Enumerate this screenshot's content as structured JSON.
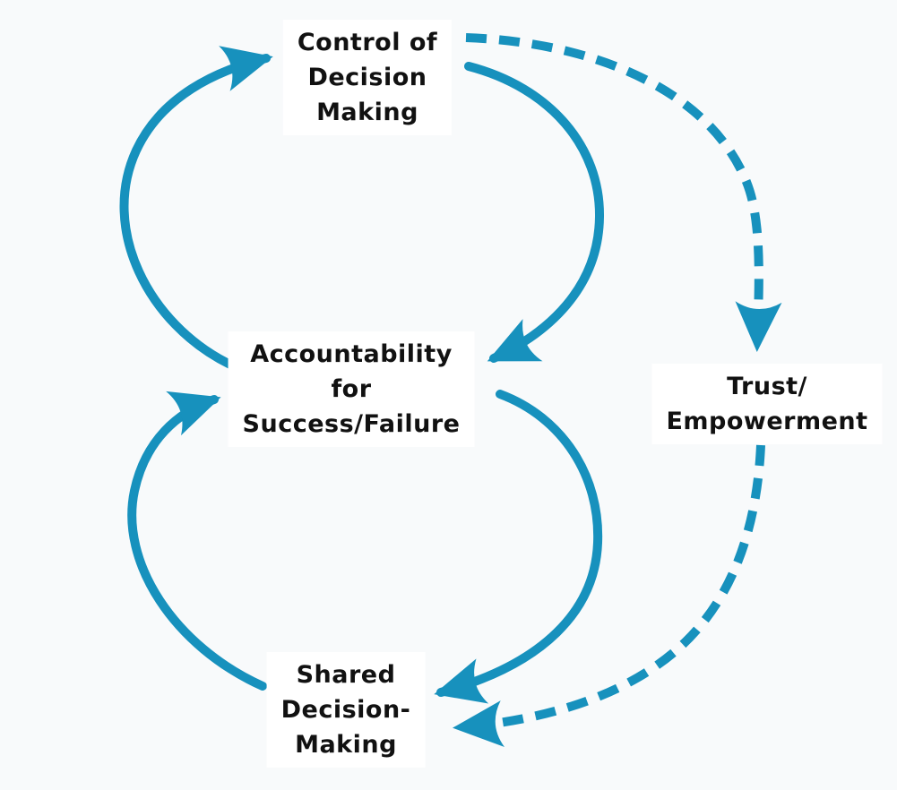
{
  "diagram": {
    "title": "shared decision-making feedback loop",
    "nodes": {
      "control": {
        "lines": [
          "Control of",
          "Decision",
          "Making"
        ]
      },
      "accountability": {
        "lines": [
          "Accountability",
          "for",
          "Success/Failure"
        ]
      },
      "shared": {
        "lines": [
          "Shared",
          "Decision-",
          "Making"
        ]
      },
      "trust": {
        "lines": [
          "Trust/",
          "Empowerment"
        ]
      }
    },
    "edges": [
      {
        "from": "accountability",
        "to": "control",
        "style": "solid"
      },
      {
        "from": "control",
        "to": "accountability",
        "style": "solid"
      },
      {
        "from": "shared",
        "to": "accountability",
        "style": "solid"
      },
      {
        "from": "accountability",
        "to": "shared",
        "style": "solid"
      },
      {
        "from": "control",
        "to": "trust",
        "style": "dashed"
      },
      {
        "from": "trust",
        "to": "shared",
        "style": "dashed"
      }
    ],
    "colors": {
      "arrow": "#1791BD",
      "text": "#111111",
      "background": "#F8FAFB",
      "label_background": "#FFFFFF"
    }
  }
}
